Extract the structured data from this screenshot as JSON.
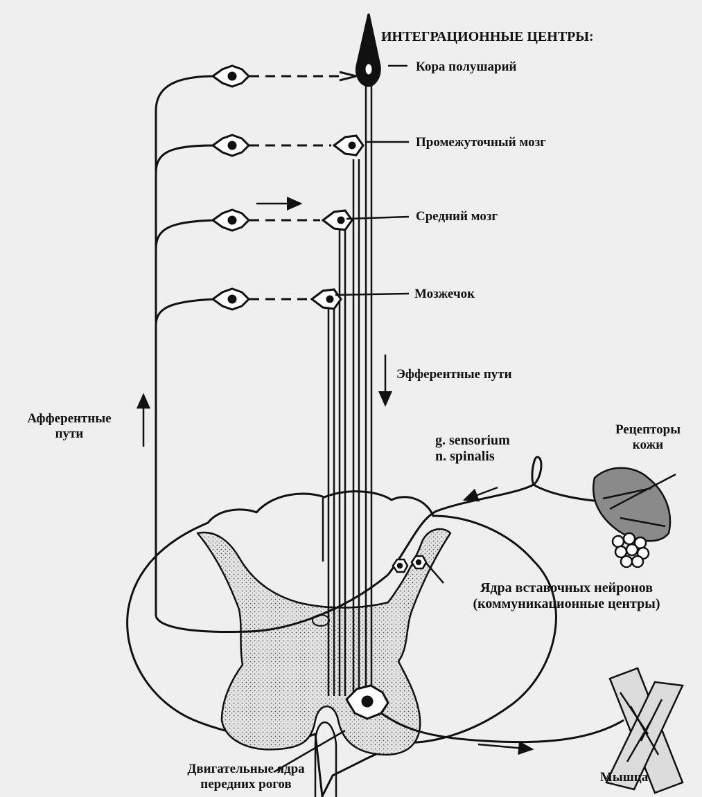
{
  "labels": {
    "integration_centers": "ИНТЕГРАЦИОННЫЕ ЦЕНТРЫ:",
    "cortex": "Кора полушарий",
    "diencephalon": "Промежуточный мозг",
    "midbrain": "Средний мозг",
    "cerebellum": "Мозжечок",
    "efferent": "Эфферентные пути",
    "afferent_1": "Афферентные",
    "afferent_2": "пути",
    "ganglion_1": "g. sensorium",
    "ganglion_2": "n. spinalis",
    "receptors_1": "Рецепторы",
    "receptors_2": "кожи",
    "interneurons_1": "Ядра вставочных нейронов",
    "interneurons_2": "(коммуникационные центры)",
    "motor_nuclei_1": "Двигательные ядра",
    "motor_nuclei_2": "передних рогов",
    "muscle": "Мышца"
  },
  "colors": {
    "background": "#efefef",
    "ink": "#111111",
    "gray_matter": "#d6d6d6"
  }
}
